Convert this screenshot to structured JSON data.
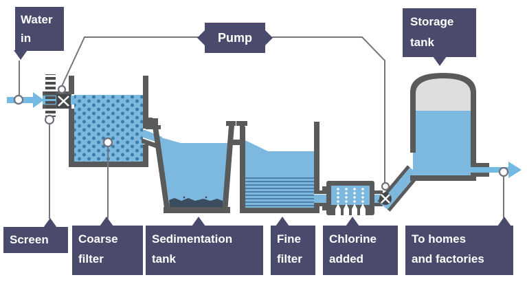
{
  "title": "Water treatment process diagram",
  "labels": {
    "water_in": {
      "l1": "Water",
      "l2": "in"
    },
    "pump": {
      "l1": "Pump"
    },
    "storage_tank": {
      "l1": "Storage",
      "l2": "tank"
    },
    "screen": {
      "l1": "Screen"
    },
    "coarse_filter": {
      "l1": "Coarse",
      "l2": "filter"
    },
    "sedimentation_tank": {
      "l1": "Sedimentation",
      "l2": "tank"
    },
    "fine_filter": {
      "l1": "Fine",
      "l2": "filter"
    },
    "chlorine_added": {
      "l1": "Chlorine",
      "l2": "added"
    },
    "to_homes": {
      "l1": "To homes",
      "l2": "and factories"
    }
  },
  "icons": {
    "inflow_arrow": "right-arrow",
    "outflow_arrow": "right-arrow",
    "valve": "cross-valve",
    "connector": "circle-node"
  },
  "colors": {
    "label_navy": "#4a4a6c",
    "label_text": "#ffffff",
    "water_blue": "#7db9de",
    "arrow_blue": "#74b9e2",
    "wall_gray": "#595a5c",
    "line_gray": "#75757d",
    "coarse_dots": "#3a7dab",
    "filter_layers": "#4d7fa8",
    "sediment": "#3a4c5d",
    "tank_headspace": "#dedede",
    "valve_dark": "#45484b"
  }
}
